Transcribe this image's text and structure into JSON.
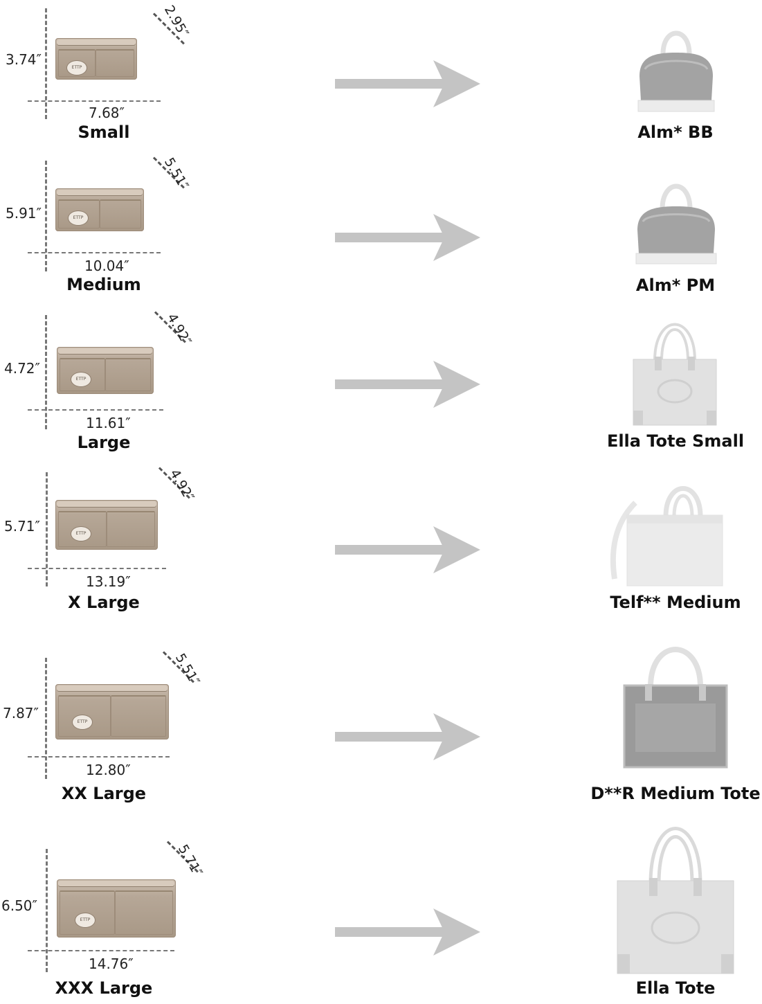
{
  "rows": [
    {
      "size": "Small",
      "height": "3.74″",
      "width": "7.68″",
      "depth": "2.95″",
      "bag": "Alm* BB",
      "logo": "ETTP",
      "bag_icon": "dome-bag-icon"
    },
    {
      "size": "Medium",
      "height": "5.91″",
      "width": "10.04″",
      "depth": "5.51″",
      "bag": "Alm* PM",
      "logo": "ETTP",
      "bag_icon": "dome-bag-icon"
    },
    {
      "size": "Large",
      "height": "4.72″",
      "width": "11.61″",
      "depth": "4.92″",
      "bag": "Ella Tote Small",
      "logo": "ETTP",
      "bag_icon": "tote-bag-icon"
    },
    {
      "size": "X Large",
      "height": "5.71″",
      "width": "13.19″",
      "depth": "4.92″",
      "bag": "Telf** Medium",
      "logo": "ETTP",
      "bag_icon": "shopping-bag-icon"
    },
    {
      "size": "XX Large",
      "height": "7.87″",
      "width": "12.80″",
      "depth": "5.51″",
      "bag": "D**R Medium Tote",
      "logo": "ETTP",
      "bag_icon": "book-tote-icon"
    },
    {
      "size": "XXX Large",
      "height": "6.50″",
      "width": "14.76″",
      "depth": "5.71″",
      "bag": "Ella Tote",
      "logo": "ETTP",
      "bag_icon": "tote-bag-icon"
    }
  ],
  "colors": {
    "organizer": "#b6a797",
    "arrow": "#c4c4c4",
    "bag_light": "#e2e2e2",
    "bag_dark": "#9a9a9a"
  }
}
